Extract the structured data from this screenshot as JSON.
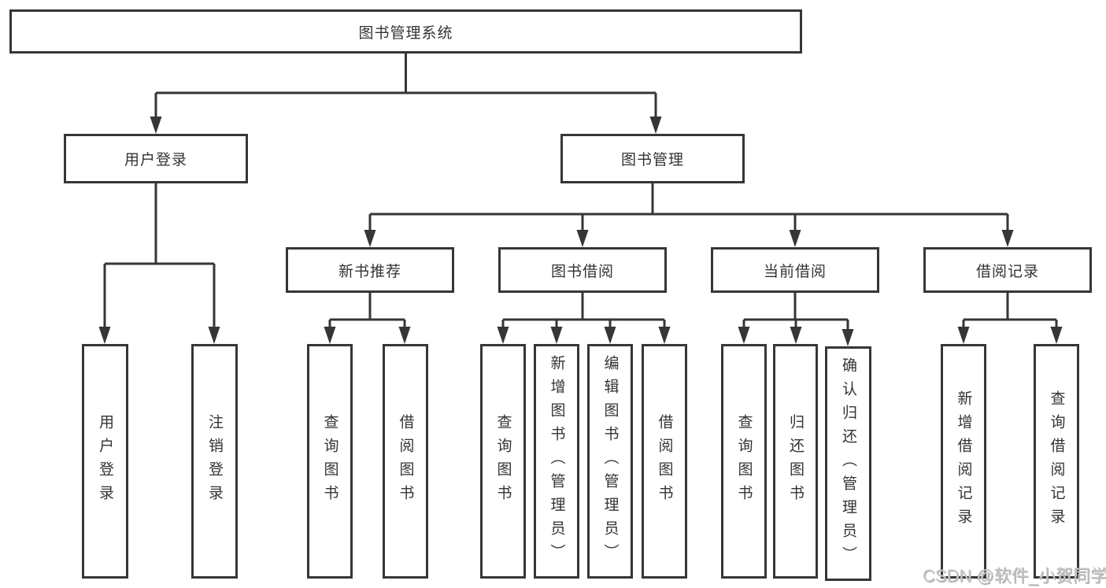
{
  "diagram": {
    "root": {
      "label": "图书管理系统",
      "children": [
        {
          "label": "用户登录",
          "children": [
            {
              "label": "用户登录"
            },
            {
              "label": "注销登录"
            }
          ]
        },
        {
          "label": "图书管理",
          "children": [
            {
              "label": "新书推荐",
              "children": [
                {
                  "label": "查询图书"
                },
                {
                  "label": "借阅图书"
                }
              ]
            },
            {
              "label": "图书借阅",
              "children": [
                {
                  "label": "查询图书"
                },
                {
                  "label": "新增图书（管理员）"
                },
                {
                  "label": "编辑图书（管理员）"
                },
                {
                  "label": "借阅图书"
                }
              ]
            },
            {
              "label": "当前借阅",
              "children": [
                {
                  "label": "查询图书"
                },
                {
                  "label": "归还图书"
                },
                {
                  "label": "确认归还（管理员）"
                }
              ]
            },
            {
              "label": "借阅记录",
              "children": [
                {
                  "label": "新增借阅记录"
                },
                {
                  "label": "查询借阅记录"
                }
              ]
            }
          ]
        }
      ]
    },
    "line_color": "#363636",
    "watermark": "CSDN @软件_小贺同学"
  }
}
